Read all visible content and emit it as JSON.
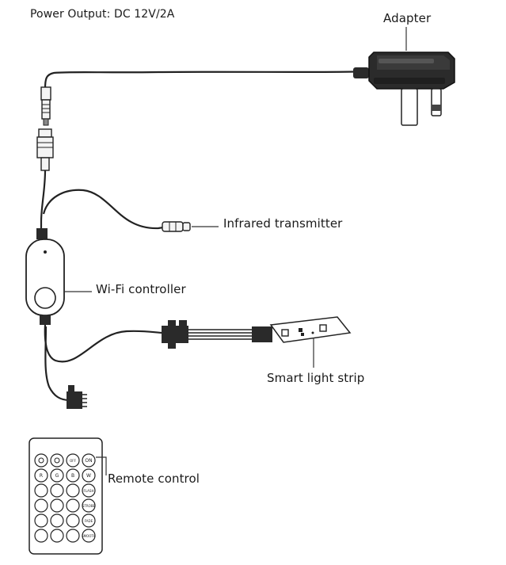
{
  "labels": {
    "power_output": "Power Output: DC 12V/2A",
    "adapter": "Adapter",
    "infrared_transmitter": "Infrared transmitter",
    "wifi_controller": "Wi-Fi controller",
    "smart_light_strip": "Smart light strip",
    "remote_control": "Remote control"
  },
  "remote": {
    "row1": [
      "",
      "",
      "OFF",
      "ON"
    ],
    "row2": [
      "R",
      "G",
      "B",
      "W"
    ],
    "side_buttons": [
      "FLASH",
      "STROBE",
      "FADE",
      "SMOOTH"
    ]
  },
  "colors": {
    "line": "#1a1a1a",
    "adapter_body": "#2a2a2a",
    "paper": "#ffffff"
  }
}
